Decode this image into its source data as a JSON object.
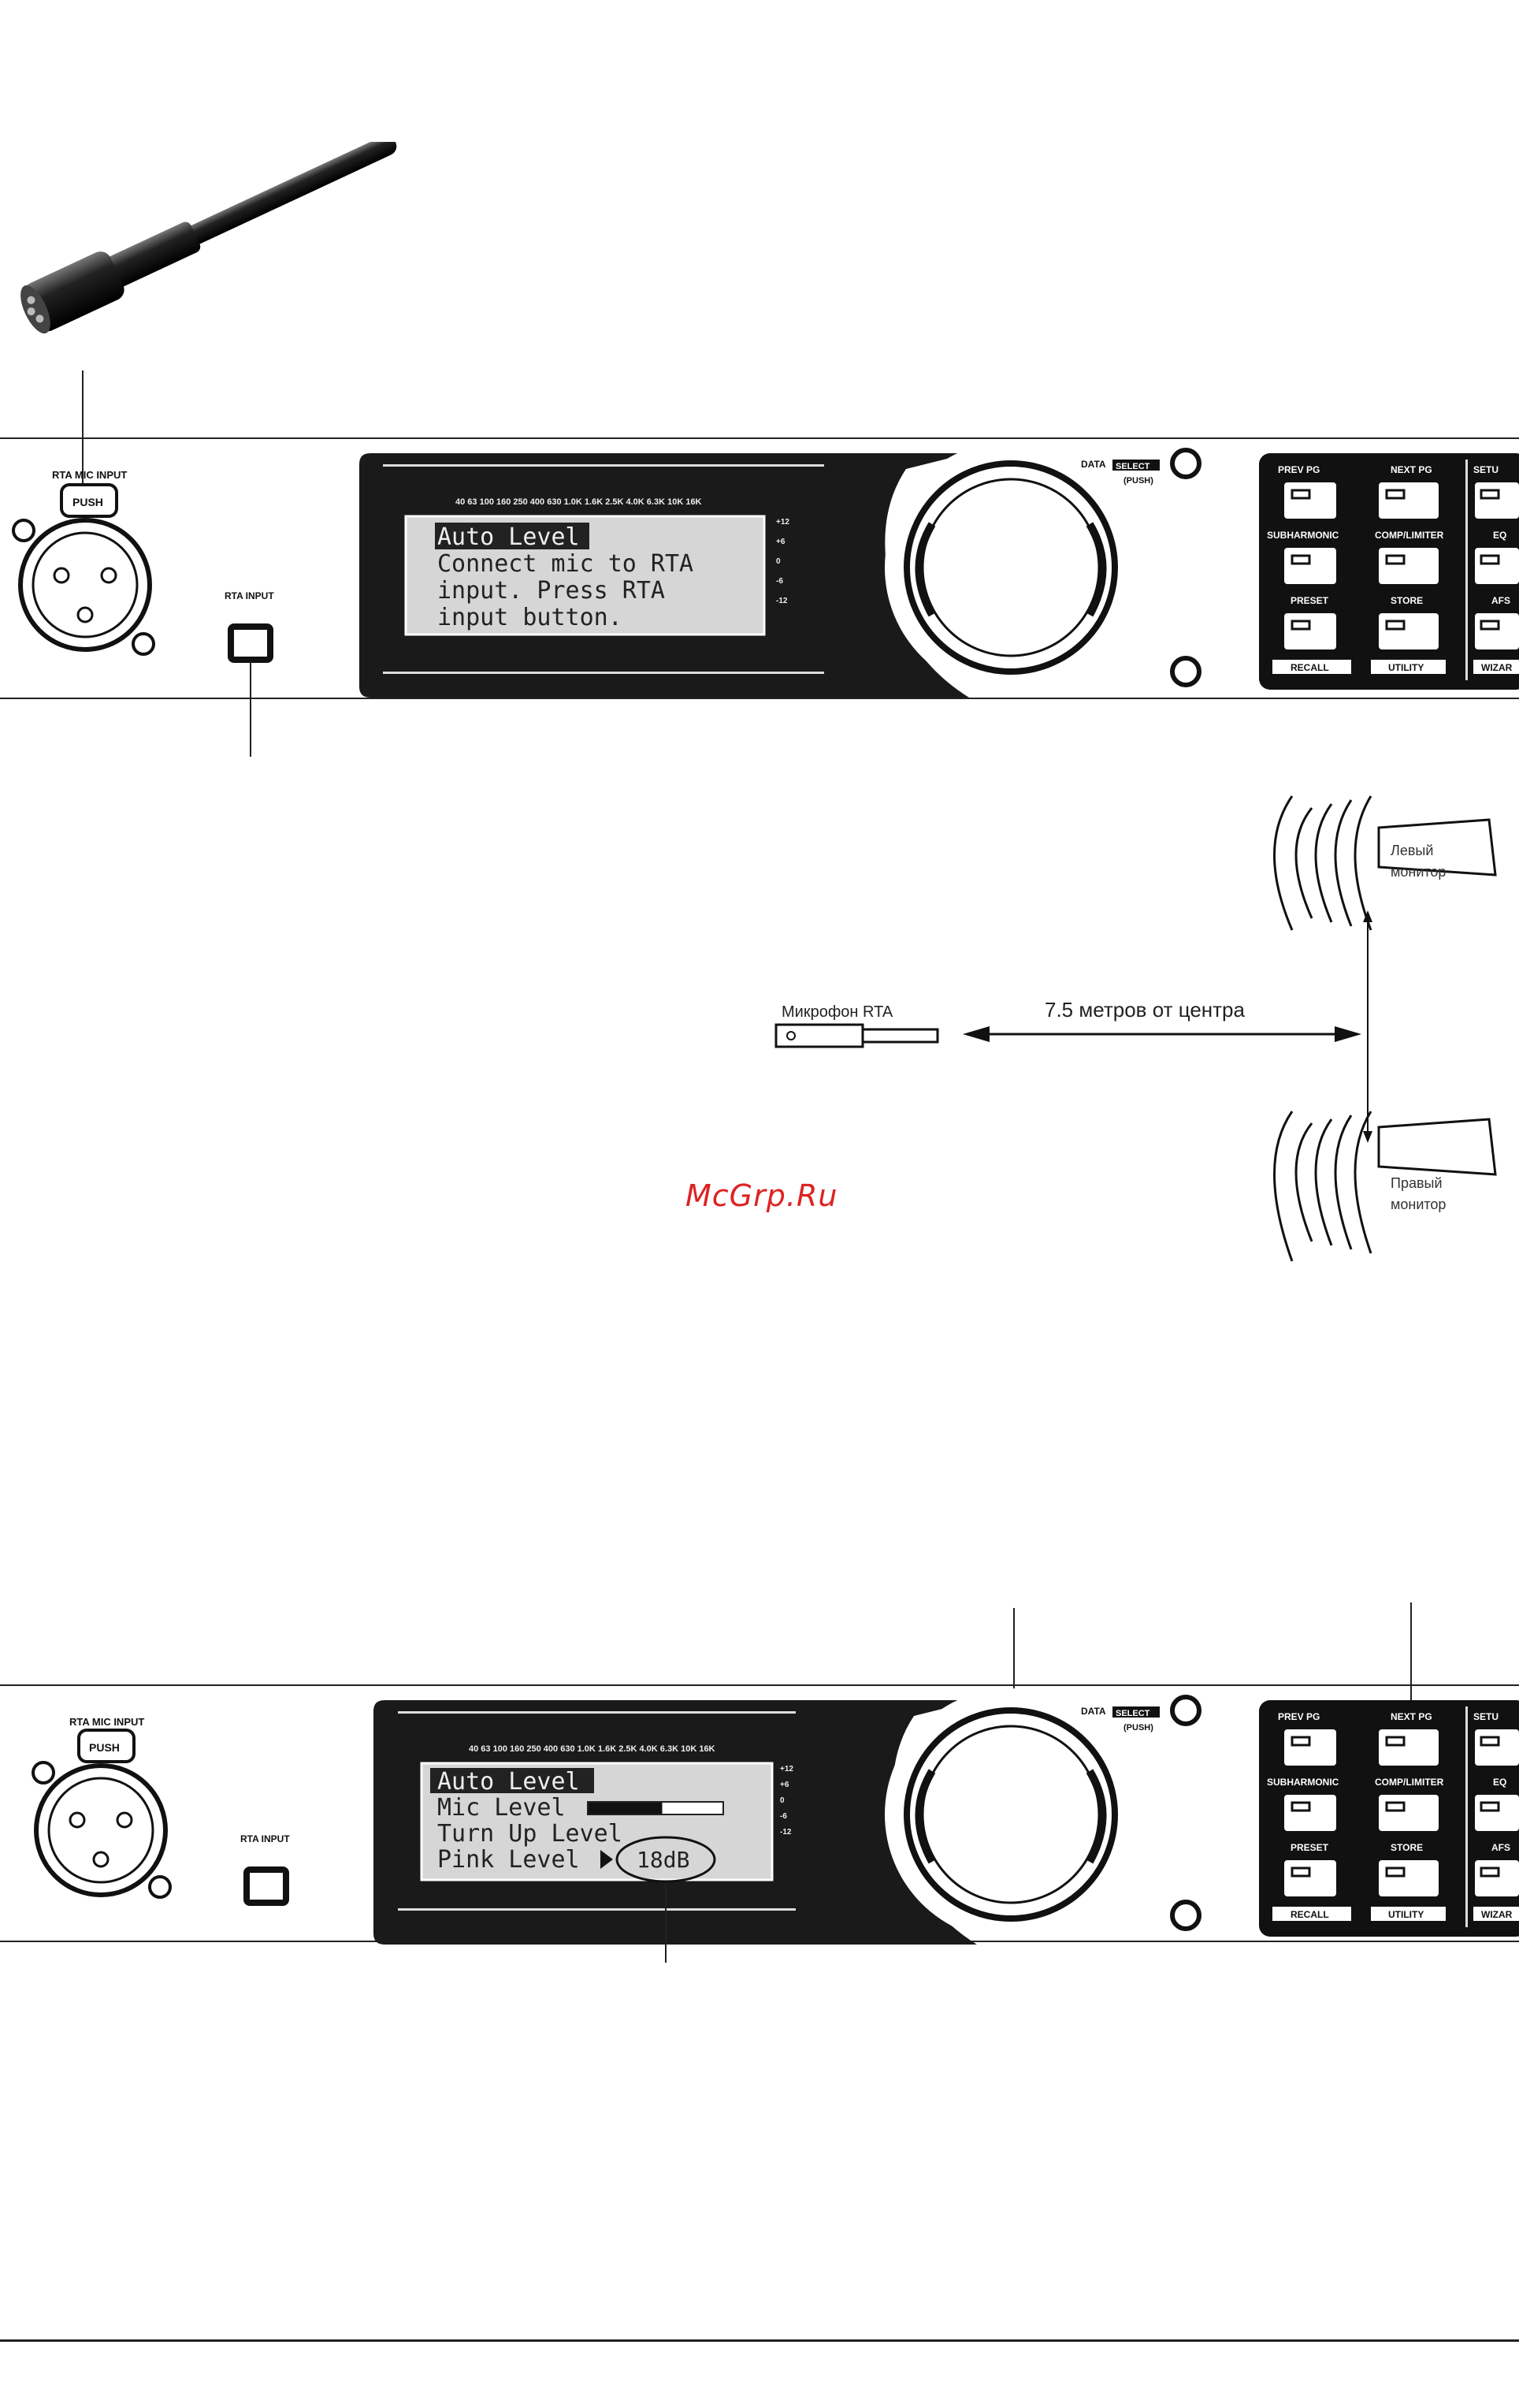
{
  "watermark": "McGrp.Ru",
  "panel1": {
    "rta_mic_input": "RTA MIC INPUT",
    "push": "PUSH",
    "rta_input": "RTA INPUT",
    "freq_labels": "40  63  100  160  250  400  630  1.0K  1.6K  2.5K  4.0K  6.3K  10K  16K",
    "db_labels": [
      "+12",
      "+6",
      "0",
      "-6",
      "-12"
    ],
    "lcd_lines": [
      "Auto Level",
      "Connect mic to RTA",
      "input. Press RTA",
      "input button."
    ],
    "data_label": "DATA",
    "select_label": "SELECT",
    "push_label": "(PUSH)",
    "buttons": {
      "prev_pg": "PREV PG",
      "next_pg": "NEXT PG",
      "setup": "SETU",
      "subharmonic": "SUBHARMONIC",
      "comp_limiter": "COMP/LIMITER",
      "eq": "EQ",
      "preset": "PRESET",
      "store": "STORE",
      "afs": "AFS",
      "recall": "RECALL",
      "utility": "UTILITY",
      "wizard": "WIZAR"
    }
  },
  "diagram": {
    "left_monitor": [
      "Левый",
      "монитор"
    ],
    "right_monitor": [
      "Правый",
      "монитор"
    ],
    "rta_mic": "Микрофон RTA",
    "distance": "7.5 метров от центра"
  },
  "panel2": {
    "rta_mic_input": "RTA MIC INPUT",
    "push": "PUSH",
    "rta_input": "RTA INPUT",
    "freq_labels": "40  63  100  160  250  400  630  1.0K  1.6K  2.5K  4.0K  6.3K  10K  16K",
    "db_labels": [
      "+12",
      "+6",
      "0",
      "-6",
      "-12"
    ],
    "lcd_lines": [
      "Auto Level",
      "Mic Level",
      "Turn Up Level",
      "Pink Level"
    ],
    "mic_level": 0.55,
    "pink_value": "18dB",
    "data_label": "DATA",
    "select_label": "SELECT",
    "push_label": "(PUSH)",
    "buttons": {
      "prev_pg": "PREV PG",
      "next_pg": "NEXT PG",
      "setup": "SETU",
      "subharmonic": "SUBHARMONIC",
      "comp_limiter": "COMP/LIMITER",
      "eq": "EQ",
      "preset": "PRESET",
      "store": "STORE",
      "afs": "AFS",
      "recall": "RECALL",
      "utility": "UTILITY",
      "wizard": "WIZAR"
    }
  }
}
